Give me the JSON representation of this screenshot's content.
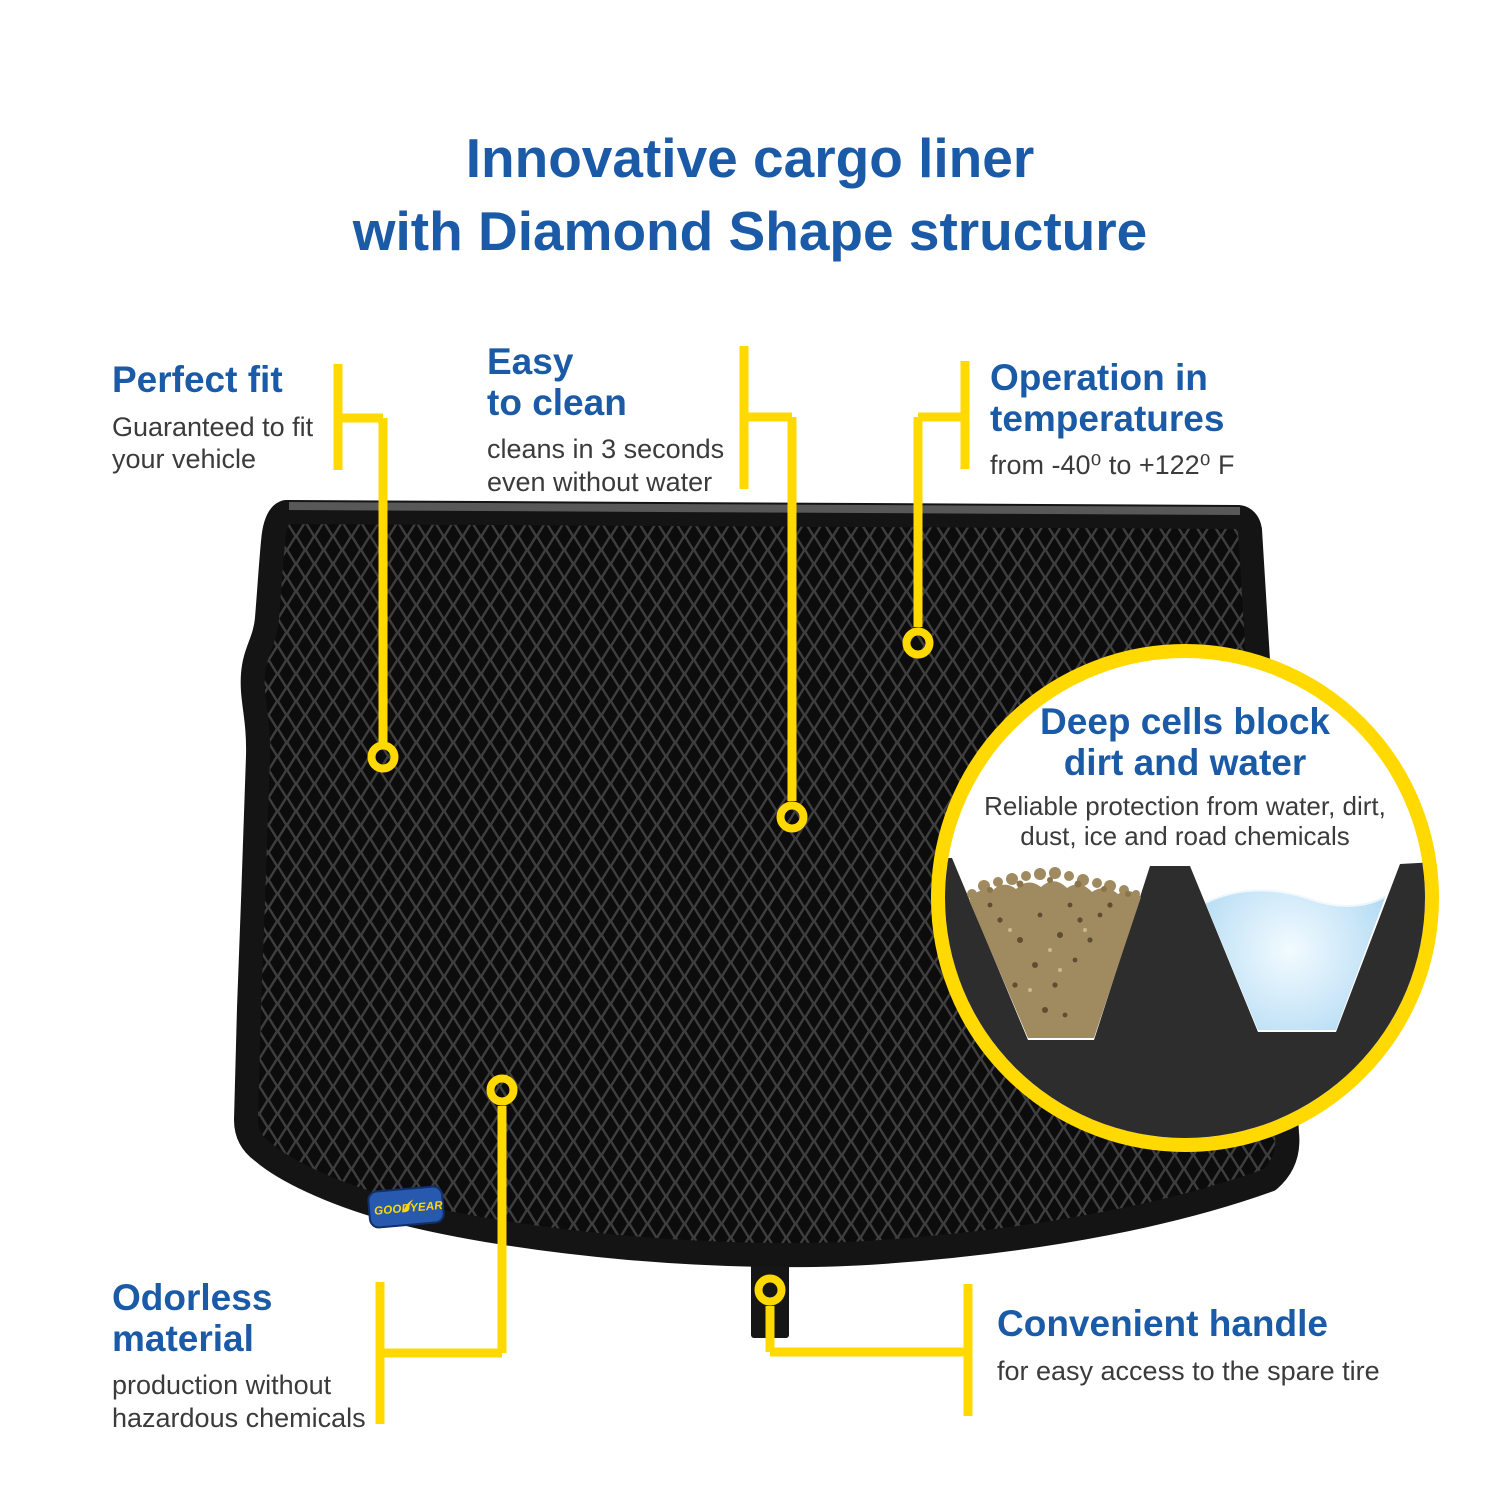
{
  "title": {
    "line1": "Innovative cargo liner",
    "line2": "with Diamond Shape structure"
  },
  "callouts": {
    "perfect_fit": {
      "heading": "Perfect fit",
      "body": "Guaranteed to fit\nyour vehicle"
    },
    "easy_to_clean": {
      "heading": "Easy\nto clean",
      "body": "cleans in 3 seconds\neven without water"
    },
    "temperature": {
      "heading": "Operation in\ntemperatures",
      "body": "from -40⁰ to +122⁰ F"
    },
    "deep_cells": {
      "heading": "Deep cells block\ndirt and water",
      "body": "Reliable protection from water, dirt,\ndust, ice and road chemicals"
    },
    "odorless": {
      "heading": "Odorless\nmaterial",
      "body": "production without\nhazardous chemicals"
    },
    "handle": {
      "heading": "Convenient handle",
      "body": "for easy access to the spare tire"
    }
  },
  "logo": {
    "brand": "GOODYEAR",
    "part1": "GOOD",
    "part2": "YEAR"
  },
  "colors": {
    "heading_blue": "#1A5AA6",
    "body_gray": "#3B3B3B",
    "yellow": "#FFD900",
    "mat_border": "#141414",
    "mat_mesh": "#3E3E3E",
    "mat_cell": "#0C0C0C",
    "cell_wall_gray": "#2E2D2D",
    "dirt_brown": "#A08A60",
    "water_blue": "#A6D4F0",
    "logo_blue": "#2759AE"
  }
}
